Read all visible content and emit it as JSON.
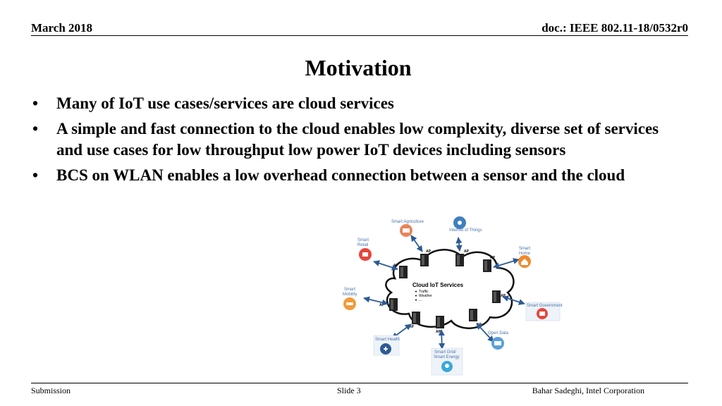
{
  "header": {
    "date": "March 2018",
    "doc": "doc.: IEEE 802.11-18/0532r0"
  },
  "title": "Motivation",
  "bullets": [
    "Many of IoT use cases/services are cloud services",
    "A simple and fast connection to the cloud enables low complexity, diverse set of services and use cases for low throughput low power IoT devices including sensors",
    "BCS on WLAN enables a low overhead connection between a sensor and the cloud"
  ],
  "bullet_glyph": "•",
  "diagram": {
    "cloud_title": "Cloud IoT Services",
    "cloud_items": [
      "Traffic",
      "Weather",
      "..."
    ],
    "ap_label": "AP",
    "services": {
      "smart_agriculture": "Smart Agriculture",
      "internet_of_things": "Internet of Things",
      "smart_retail_1": "Smart",
      "smart_retail_2": "Retail",
      "smart_home_1": "Smart",
      "smart_home_2": "Home",
      "smart_mobility_1": "Smart",
      "smart_mobility_2": "Mobility",
      "smart_government": "Smart Government",
      "smart_health": "Smart Health",
      "open_data": "Open Data",
      "smart_grid_1": "Smart Grid/",
      "smart_grid_2": "Smart Energy"
    },
    "colors": {
      "arrow": "#2e5b95",
      "agriculture": "#e8845a",
      "iot": "#3f7fbf",
      "retail": "#e8453c",
      "home": "#f08a2c",
      "mobility": "#f29b38",
      "government": "#e5473d",
      "health": "#2e5b95",
      "open_data": "#5aa0d8",
      "grid": "#3aa8d8"
    }
  },
  "footer": {
    "left": "Submission",
    "center": "Slide 3",
    "right": "Bahar Sadeghi, Intel Corporation"
  }
}
